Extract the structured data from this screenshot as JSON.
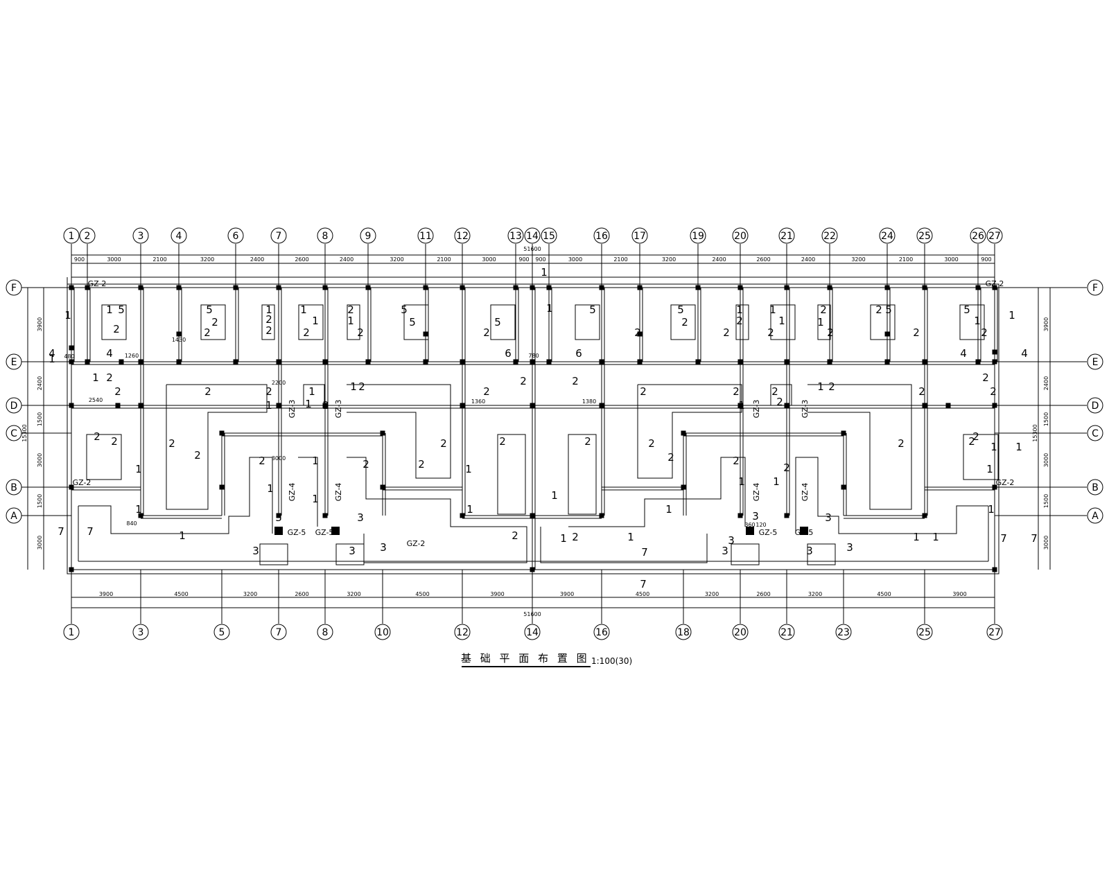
{
  "drawing": {
    "title": "基 础 平 面 布 置 图",
    "scale": "1:100(30)"
  },
  "axes": {
    "top": [
      "1",
      "2",
      "3",
      "4",
      "6",
      "7",
      "8",
      "9",
      "11",
      "12",
      "13",
      "14",
      "15",
      "16",
      "17",
      "19",
      "20",
      "21",
      "22",
      "24",
      "25",
      "26",
      "27"
    ],
    "bottom": [
      "1",
      "3",
      "5",
      "7",
      "8",
      "10",
      "12",
      "14",
      "16",
      "18",
      "20",
      "21",
      "23",
      "25",
      "27"
    ],
    "rows": [
      "F",
      "E",
      "D",
      "C",
      "B",
      "A"
    ]
  },
  "dimensions": {
    "top_total": "51600",
    "top": [
      "900",
      "3000",
      "2100",
      "3200",
      "2400",
      "2600",
      "2400",
      "3200",
      "2100",
      "3000",
      "900",
      "900",
      "3000",
      "2100",
      "3200",
      "2400",
      "2600",
      "2400",
      "3200",
      "2100",
      "3000",
      "900"
    ],
    "bottom": [
      "3900",
      "4500",
      "3200",
      "2600",
      "3200",
      "4500",
      "3900",
      "3900",
      "4500",
      "3200",
      "2600",
      "3200",
      "4500",
      "3900"
    ],
    "bottom_total": "51600",
    "side": [
      "3900",
      "2400",
      "1500",
      "3000",
      "1500",
      "3000"
    ],
    "side_total": "15300",
    "local": [
      "1260",
      "1430",
      "2540",
      "840",
      "1360",
      "1380",
      "2200",
      "3000",
      "360",
      "120",
      "480",
      "780"
    ]
  },
  "tags": {
    "gz1": "GZ-2",
    "gz3": "GZ-3",
    "gz4": "GZ-4",
    "gz5": "GZ-5"
  },
  "foundation_numbers": [
    "1",
    "2",
    "3",
    "4",
    "5",
    "6",
    "7"
  ]
}
